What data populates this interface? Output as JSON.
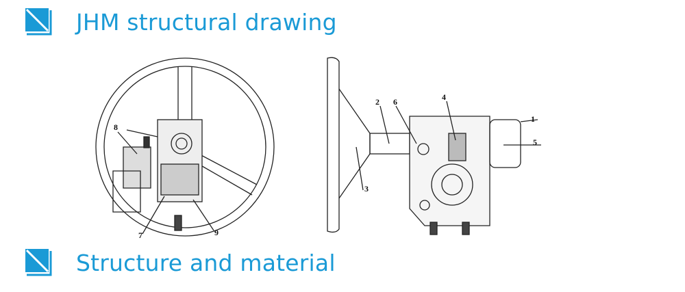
{
  "headings": [
    {
      "title": "JHM structural drawing",
      "icon": "section-marker-icon"
    },
    {
      "title": "Structure and material",
      "icon": "section-marker-icon"
    }
  ],
  "accent_color": "#1a9ad6",
  "diagram": {
    "front_view_labels": [
      "8",
      "7",
      "9"
    ],
    "side_view_labels": [
      "1",
      "2",
      "3",
      "4",
      "5",
      "6"
    ]
  }
}
